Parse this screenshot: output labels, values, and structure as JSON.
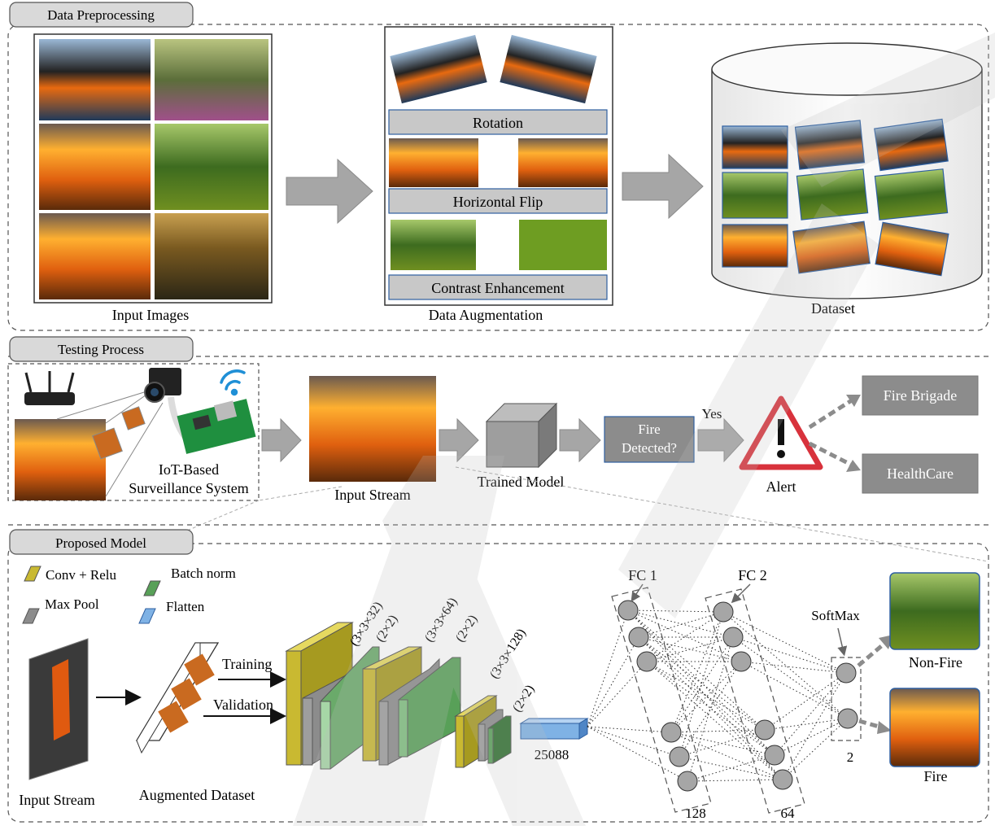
{
  "sections": {
    "preprocessing": "Data Preprocessing",
    "testing": "Testing Process",
    "model": "Proposed Model"
  },
  "preprocessing": {
    "input_images_label": "Input Images",
    "augmentation_label": "Data Augmentation",
    "dataset_label": "Dataset",
    "aug_steps": [
      "Rotation",
      "Horizontal Flip",
      "Contrast Enhancement"
    ]
  },
  "testing": {
    "iot_label_1": "IoT-Based",
    "iot_label_2": "Surveillance System",
    "input_stream": "Input Stream",
    "trained_model": "Trained Model",
    "decision_1": "Fire",
    "decision_2": "Detected?",
    "yes": "Yes",
    "alert": "Alert",
    "fire_brigade": "Fire Brigade",
    "healthcare": "HealthCare"
  },
  "model": {
    "legend": {
      "conv": "Conv + Relu",
      "batch": "Batch norm",
      "pool": "Max Pool",
      "flatten": "Flatten"
    },
    "input_stream": "Input Stream",
    "augmented_dataset": "Augmented Dataset",
    "training": "Training",
    "validation": "Validation",
    "conv1": "(3×3×32)",
    "pool1": "(2×2)",
    "conv2": "(3×3×64)",
    "pool2": "(2×2)",
    "conv3": "(3×3×128)",
    "pool3": "(2×2)",
    "flatten_size": "25088",
    "fc1": "FC 1",
    "fc2": "FC 2",
    "fc1_size": "128",
    "fc2_size": "64",
    "softmax": "SoftMax",
    "softmax_size": "2",
    "non_fire": "Non-Fire",
    "fire": "Fire"
  },
  "colors": {
    "conv": "#c9b931",
    "batch": "#7fbf7f",
    "pool": "#8c8c8c",
    "flatten": "#7fb2e5",
    "section_tab": "#d9d9d9",
    "arrow": "#a6a6a6",
    "output_box": "#8c8c8c"
  }
}
